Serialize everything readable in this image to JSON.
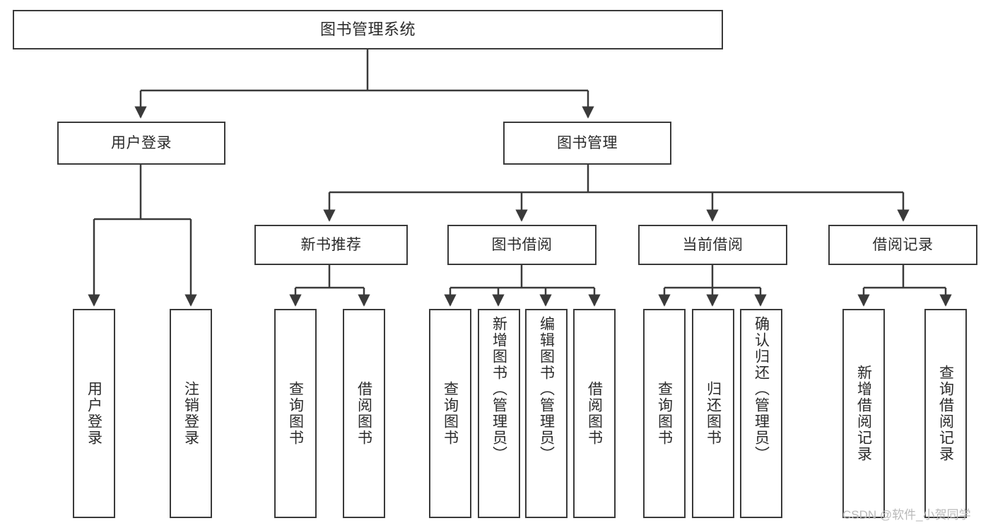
{
  "diagram": {
    "title": "图书管理系统",
    "type": "tree",
    "stroke_color": "#3a3a3a",
    "text_color": "#2b2b2b",
    "background": "#ffffff"
  },
  "nodes": {
    "root": {
      "label": "图书管理系统"
    },
    "level2": [
      {
        "id": "user-login",
        "label": "用户登录"
      },
      {
        "id": "book-management",
        "label": "图书管理"
      }
    ],
    "level3": [
      {
        "id": "new-book-recommend",
        "label": "新书推荐"
      },
      {
        "id": "book-borrow",
        "label": "图书借阅"
      },
      {
        "id": "current-borrow",
        "label": "当前借阅"
      },
      {
        "id": "borrow-record",
        "label": "借阅记录"
      }
    ],
    "leaves": {
      "user_login": [
        {
          "id": "leaf-user-login",
          "label": "用户登录"
        },
        {
          "id": "leaf-logout",
          "label": "注销登录"
        }
      ],
      "new_book_recommend": [
        {
          "id": "leaf-query-book-1",
          "label": "查询图书"
        },
        {
          "id": "leaf-borrow-book-1",
          "label": "借阅图书"
        }
      ],
      "book_borrow": [
        {
          "id": "leaf-query-book-2",
          "label": "查询图书"
        },
        {
          "id": "leaf-add-book",
          "label": "新增图书（管理员）"
        },
        {
          "id": "leaf-edit-book",
          "label": "编辑图书（管理员）"
        },
        {
          "id": "leaf-borrow-book-2",
          "label": "借阅图书"
        }
      ],
      "current_borrow": [
        {
          "id": "leaf-query-book-3",
          "label": "查询图书"
        },
        {
          "id": "leaf-return-book",
          "label": "归还图书"
        },
        {
          "id": "leaf-confirm-return",
          "label": "确认归还（管理员）"
        }
      ],
      "borrow_record": [
        {
          "id": "leaf-add-record",
          "label": "新增借阅记录"
        },
        {
          "id": "leaf-query-record",
          "label": "查询借阅记录"
        }
      ]
    }
  },
  "watermark": {
    "text": "CSDN @软件_小贺同学"
  }
}
